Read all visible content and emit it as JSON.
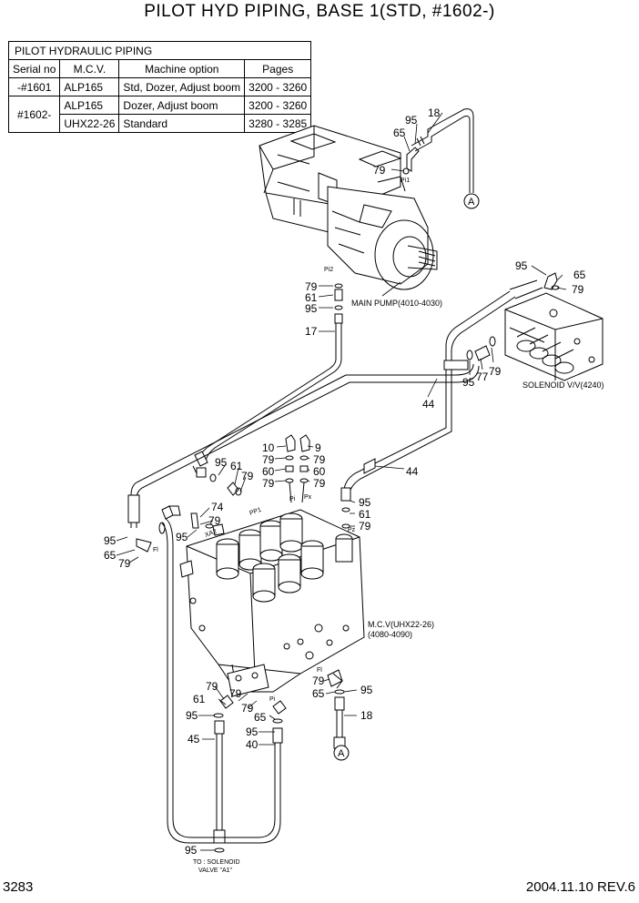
{
  "title": "PILOT HYD PIPING, BASE 1(STD,  #1602-)",
  "table": {
    "caption": "PILOT HYDRAULIC PIPING",
    "headers": [
      "Serial no",
      "M.C.V.",
      "Machine option",
      "Pages"
    ],
    "rows": [
      {
        "serial": "-#1601",
        "mcv": "ALP165",
        "option": "Std, Dozer, Adjust boom",
        "pages": "3200 - 3260"
      },
      {
        "serial": "#1602-",
        "mcv": "ALP165",
        "option": "Dozer, Adjust boom",
        "pages": "3200 - 3260"
      },
      {
        "serial": "",
        "mcv": "UHX22-26",
        "option": "Standard",
        "pages": "3280 - 3285"
      }
    ]
  },
  "components": {
    "main_pump": "MAIN PUMP(4010-4030)",
    "solenoid_valve": "SOLENOID V/V(4240)",
    "mcv_line1": "M.C.V(UHX22-26)",
    "mcv_line2": "(4080-4090)",
    "to_solenoid_line1": "TO : SOLENOID",
    "to_solenoid_line2": "VALVE \"A1\""
  },
  "ports": {
    "pi1": "Pi1",
    "pi2": "Pi2",
    "pp1": "PP1",
    "px": "Px",
    "pi": "Pi",
    "pz": "Pz",
    "xa": "XA2",
    "fl": "Fl"
  },
  "connectors": {
    "a": "A"
  },
  "part_numbers": {
    "p9": "9",
    "p10": "10",
    "p17": "17",
    "p18": "18",
    "p40": "40",
    "p44": "44",
    "p45": "45",
    "p60": "60",
    "p61": "61",
    "p65": "65",
    "p74": "74",
    "p77": "77",
    "p79": "79",
    "p95": "95"
  },
  "footer": {
    "page": "3283",
    "date_rev": "2004.11.10  REV.6"
  }
}
